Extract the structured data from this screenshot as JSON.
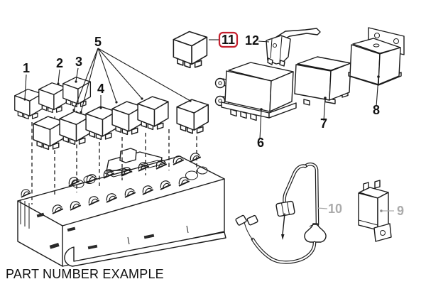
{
  "diagram": {
    "caption": "PART NUMBER EXAMPLE",
    "labels": {
      "p1": "1",
      "p2": "2",
      "p3": "3",
      "p4": "4",
      "p5": "5",
      "p6": "6",
      "p7": "7",
      "p8": "8",
      "p9": "9",
      "p10": "10",
      "p11": "11",
      "p12": "12"
    },
    "highlighted_part": "11",
    "colors": {
      "line": "#1b1b1b",
      "background": "#ffffff",
      "highlight_box": "#c5202e",
      "muted_label": "#ababab"
    }
  }
}
